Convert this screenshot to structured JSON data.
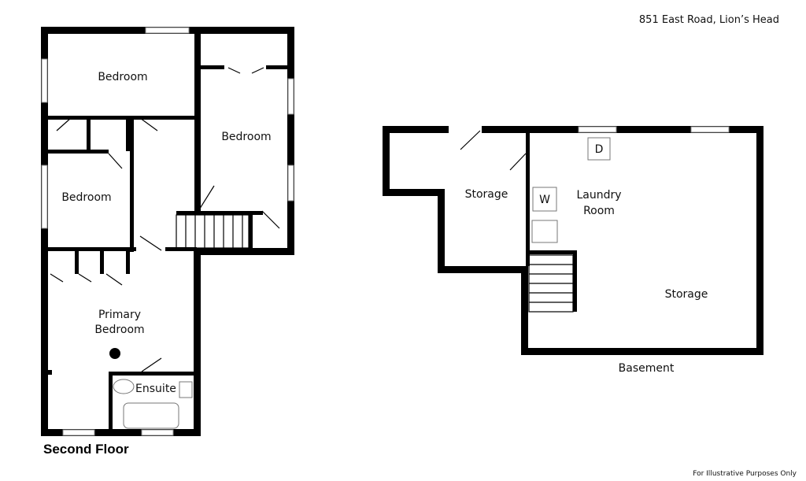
{
  "header": {
    "address": "851 East Road, Lion’s Head"
  },
  "footer": {
    "disclaimer": "For Illustrative Purposes Only"
  },
  "second_floor": {
    "title": "Second Floor",
    "rooms": {
      "bedroom_top": "Bedroom",
      "bedroom_right": "Bedroom",
      "bedroom_left": "Bedroom",
      "primary_line1": "Primary",
      "primary_line2": "Bedroom",
      "ensuite": "Ensuite"
    }
  },
  "basement": {
    "title": "Basement",
    "rooms": {
      "storage_small": "Storage",
      "laundry_line1": "Laundry",
      "laundry_line2": "Room",
      "storage_large": "Storage"
    },
    "fixtures": {
      "dryer": "D",
      "washer": "W"
    }
  }
}
